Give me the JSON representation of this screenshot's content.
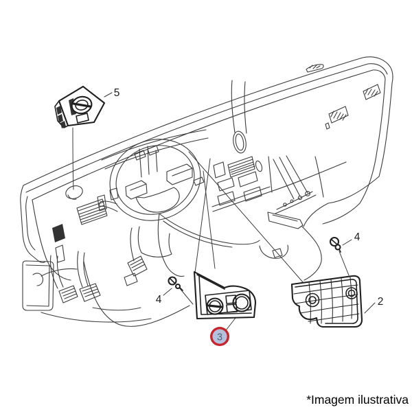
{
  "diagram": {
    "kind": "parts-illustration",
    "subject": "truck dashboard exploded parts view",
    "selected_callout": "3"
  },
  "labels": {
    "part5": "5",
    "part4_left": "4",
    "part4_right": "4",
    "part3": "3",
    "part2": "2"
  },
  "caption": {
    "text": "*Imagem ilustrativa"
  },
  "colors": {
    "line": "#3b3b3b",
    "part_line": "#1f1f1f",
    "label": "#1a1a1a",
    "highlight_ring": "#c9242b",
    "highlight_fill": "#b4c1dd",
    "highlight_number": "#51627a",
    "caption": "#000000"
  }
}
